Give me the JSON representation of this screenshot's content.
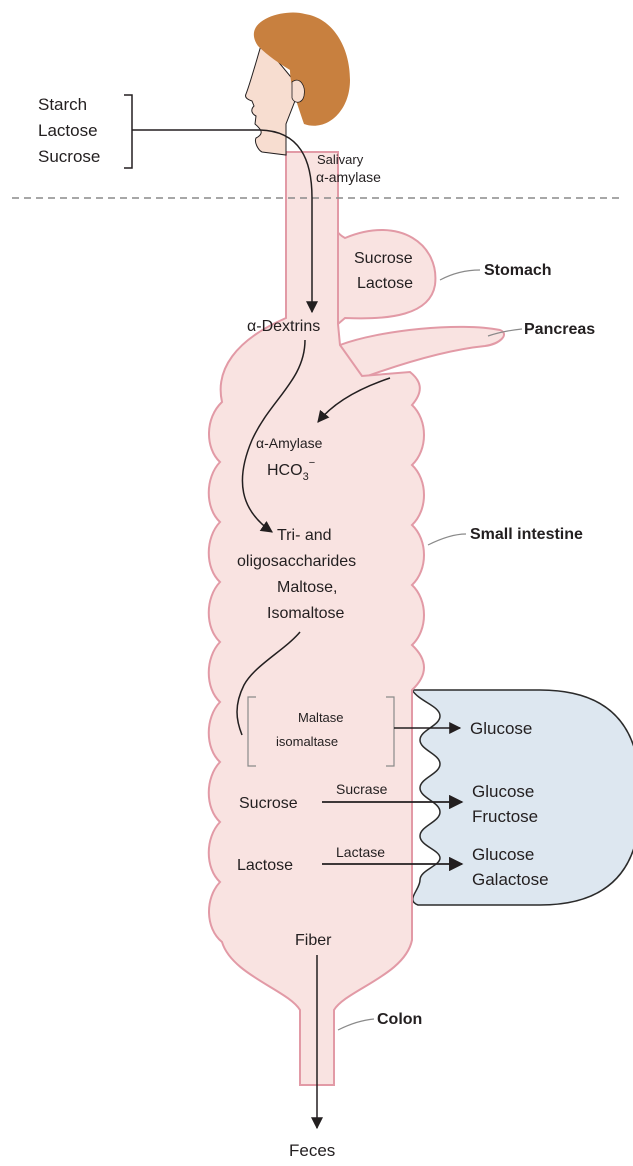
{
  "colors": {
    "tract_fill": "#f9e3e1",
    "tract_stroke": "#e29aa6",
    "absorb_fill": "#dde7f0",
    "absorb_stroke": "#2b2b2b",
    "hair": "#c8803f",
    "skin": "#f7ddd0",
    "line": "#231f20",
    "divider": "#8a8a8a"
  },
  "diet_bracket": {
    "items": [
      "Starch",
      "Lactose",
      "Sucrose"
    ]
  },
  "mouth": {
    "enzyme_line1": "Salivary",
    "enzyme_line2": "α-amylase"
  },
  "stomach": {
    "contents": [
      "Sucrose",
      "Lactose"
    ],
    "organ_label": "Stomach"
  },
  "dextrins": {
    "label": "α-Dextrins"
  },
  "pancreas": {
    "organ_label": "Pancreas",
    "secretion1": "α-Amylase",
    "secretion2_base": "HCO",
    "secretion2_sub": "3",
    "secretion2_sup": "−"
  },
  "small_intestine": {
    "organ_label": "Small intestine",
    "products": [
      "Tri- and",
      "oligosaccharides",
      "Maltose,",
      "Isomaltose"
    ]
  },
  "brush_border": {
    "maltase_lines": [
      "Maltase",
      "isomaltase"
    ],
    "sucrose": {
      "substrate": "Sucrose",
      "enzyme": "Sucrase"
    },
    "lactose": {
      "substrate": "Lactose",
      "enzyme": "Lactase"
    }
  },
  "absorbed": {
    "row1": [
      "Glucose"
    ],
    "row2": [
      "Glucose",
      "Fructose"
    ],
    "row3": [
      "Glucose",
      "Galactose"
    ]
  },
  "colon": {
    "organ_label": "Colon",
    "fiber": "Fiber",
    "feces": "Feces"
  }
}
